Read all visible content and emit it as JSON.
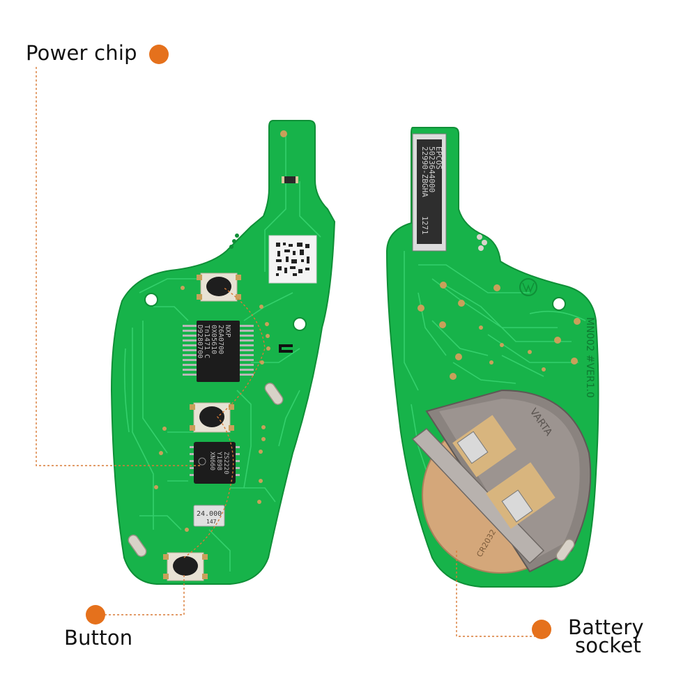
{
  "colors": {
    "pcb": "#17b34a",
    "pcb_dark": "#0f8f37",
    "trace": "#23c95a",
    "pad": "#c9a05a",
    "chip": "#1c1c1c",
    "metal": "#a9a3a0",
    "callout": "#e5711c",
    "dash": "#d97a36"
  },
  "callouts": {
    "power_chip": {
      "label": "Power chip"
    },
    "button": {
      "label": "Button"
    },
    "battery_socket": {
      "line1": "Battery",
      "line2": "socket"
    }
  },
  "front_board": {
    "chip1_lines": [
      "NXP",
      "26A0700",
      "0X05610",
      "Tn1471 C",
      "D9280700"
    ],
    "chip2_lines": [
      "XN660",
      "Y1898",
      "ZS2220"
    ],
    "crystal_label": "24.000",
    "crystal_sub": "147"
  },
  "back_board": {
    "antenna_lines": [
      "EPCOS",
      "5023644000",
      "22990-ZBGHA",
      "1271"
    ],
    "board_marking": "MN002 #VER1.0",
    "battery_marking": "CR2032"
  },
  "icons": {
    "callout_dot": "filled-circle",
    "qr_code": "qr-code-icon"
  }
}
